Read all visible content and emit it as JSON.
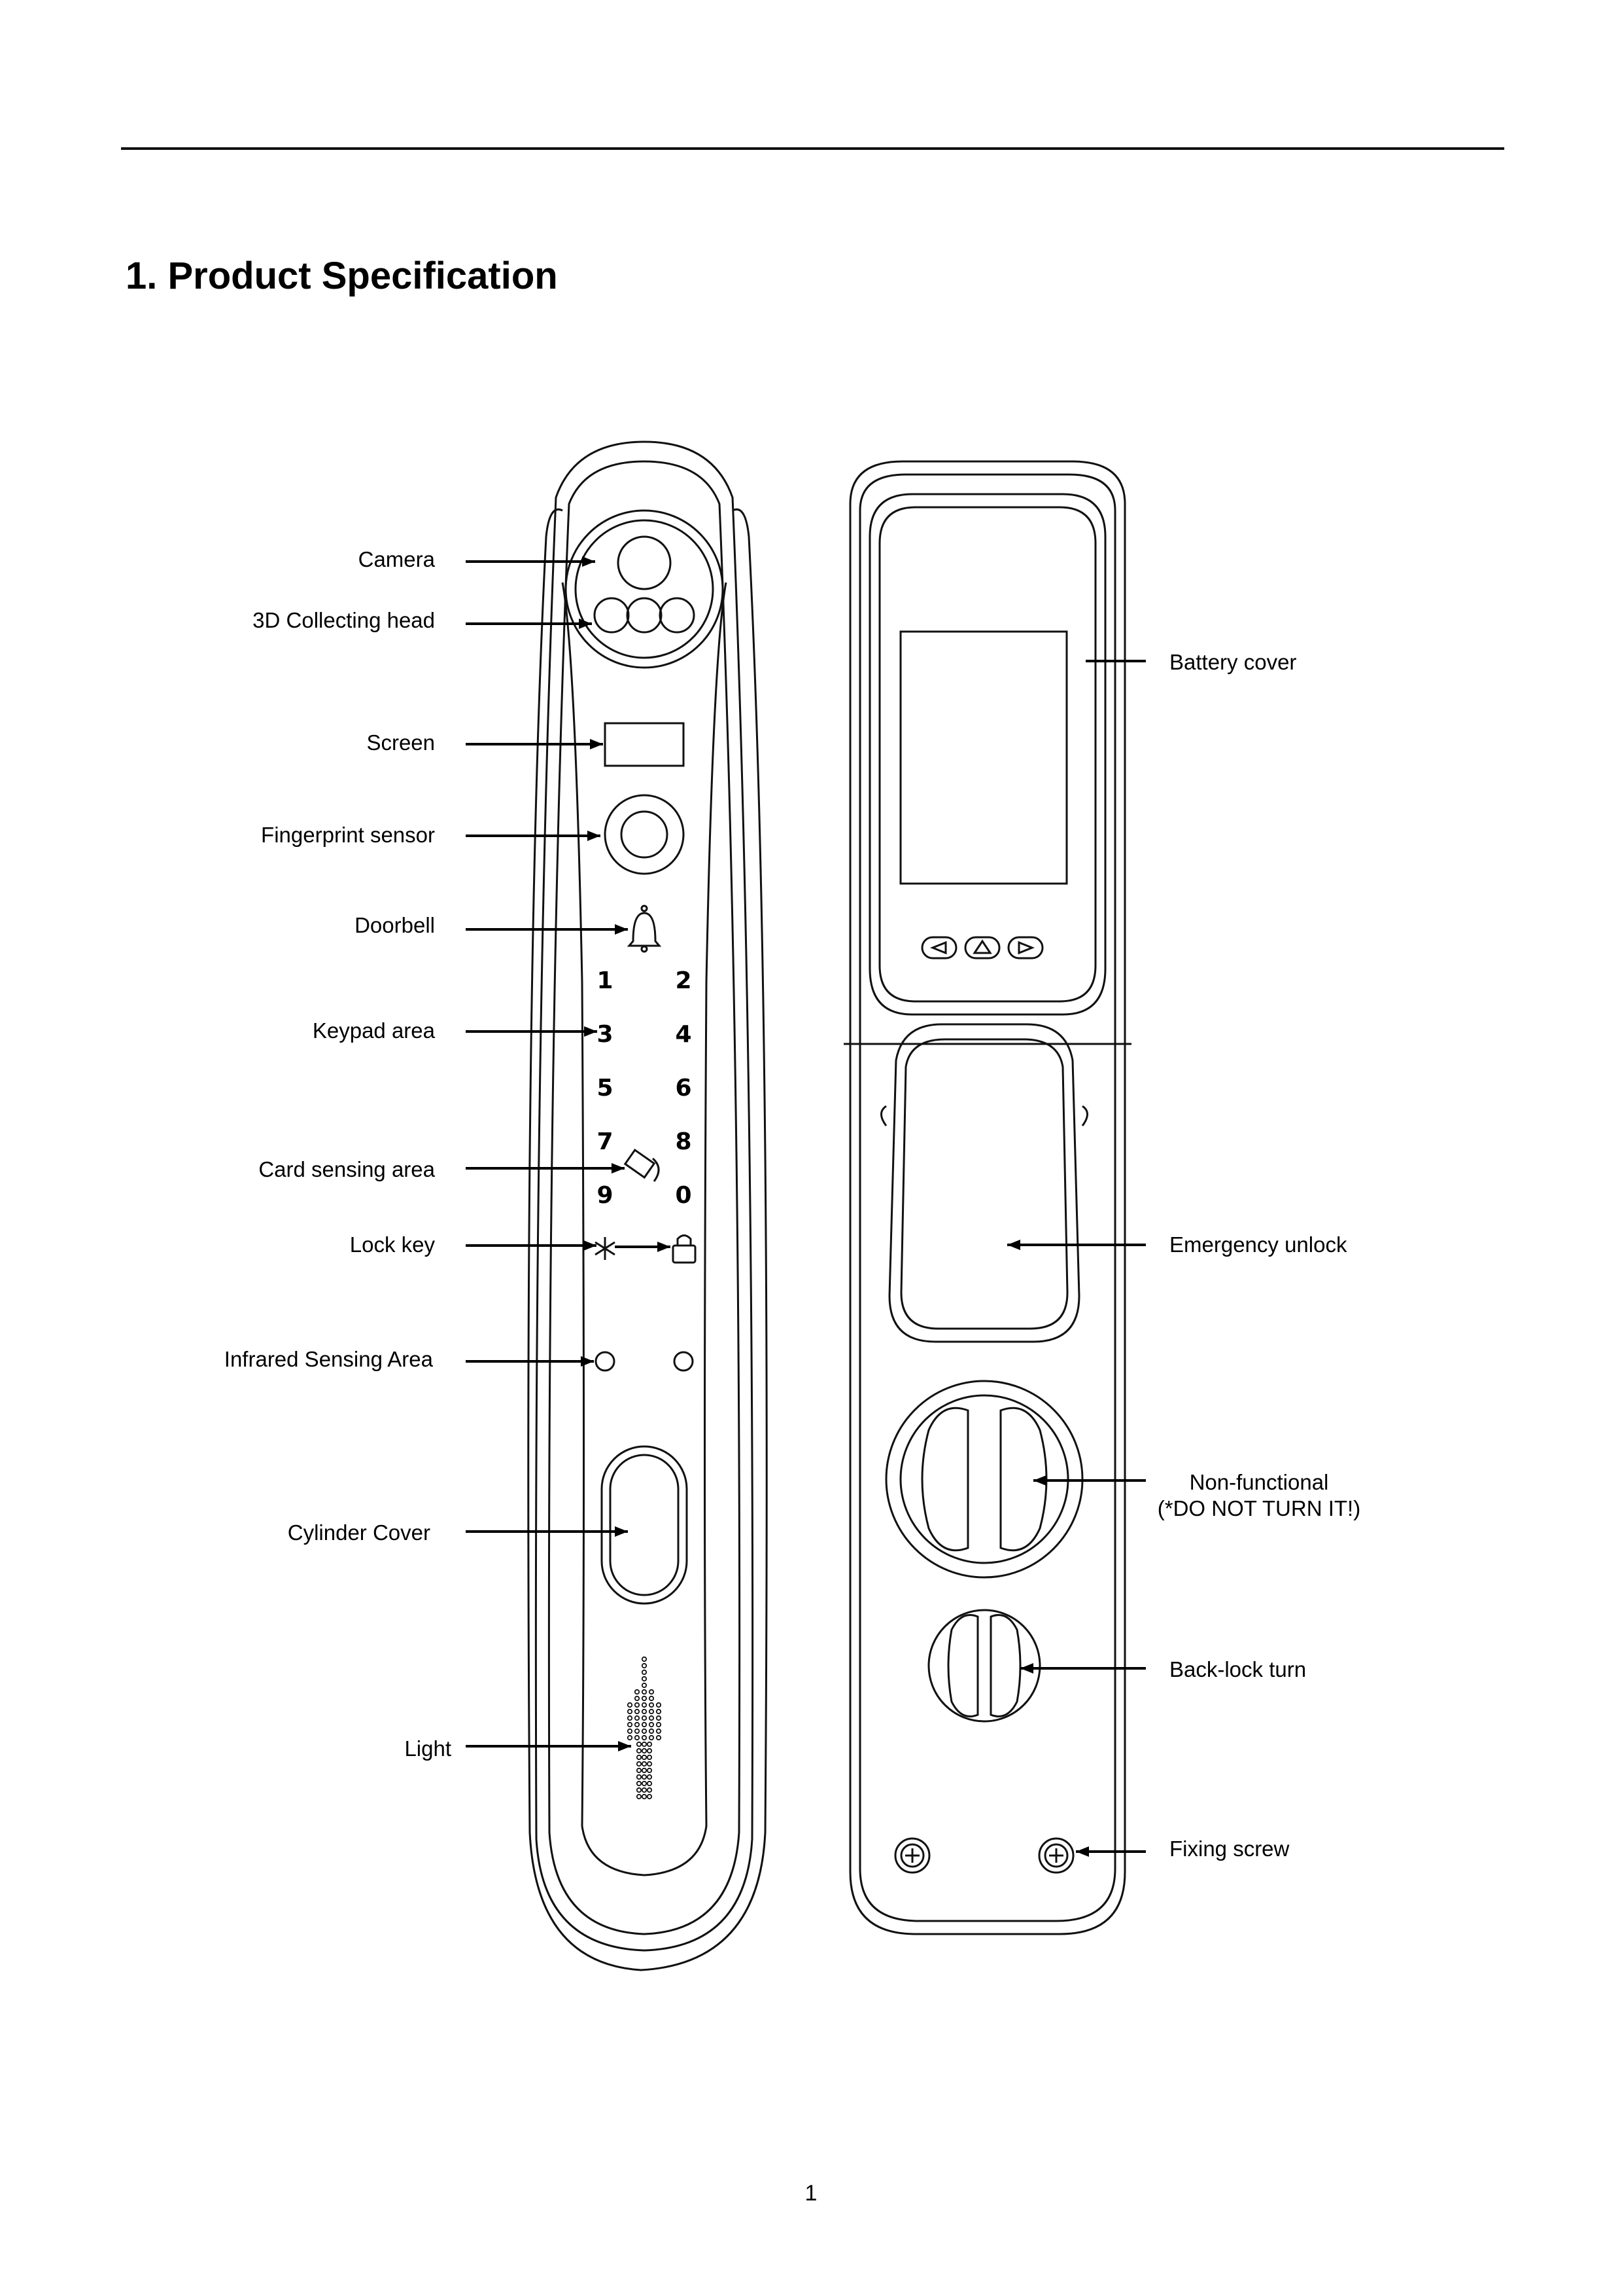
{
  "heading": "1. Product Specification",
  "front_labels": {
    "camera": "Camera",
    "collecting_head": "3D Collecting head",
    "screen": "Screen",
    "fingerprint": "Fingerprint sensor",
    "doorbell": "Doorbell",
    "keypad": "Keypad area",
    "card": "Card sensing area",
    "lock_key": "Lock key",
    "infrared": "Infrared Sensing Area",
    "cylinder": "Cylinder Cover",
    "light": "Light"
  },
  "back_labels": {
    "battery": "Battery cover",
    "emergency": "Emergency unlock",
    "nonfunctional_line1": "Non-functional",
    "nonfunctional_line2": "(*DO NOT TURN IT!)",
    "backlock": "Back-lock turn",
    "fixing_screw": "Fixing screw"
  },
  "keypad_digits": [
    "1",
    "2",
    "3",
    "4",
    "5",
    "6",
    "7",
    "8",
    "9",
    "0"
  ],
  "page_number": "1"
}
